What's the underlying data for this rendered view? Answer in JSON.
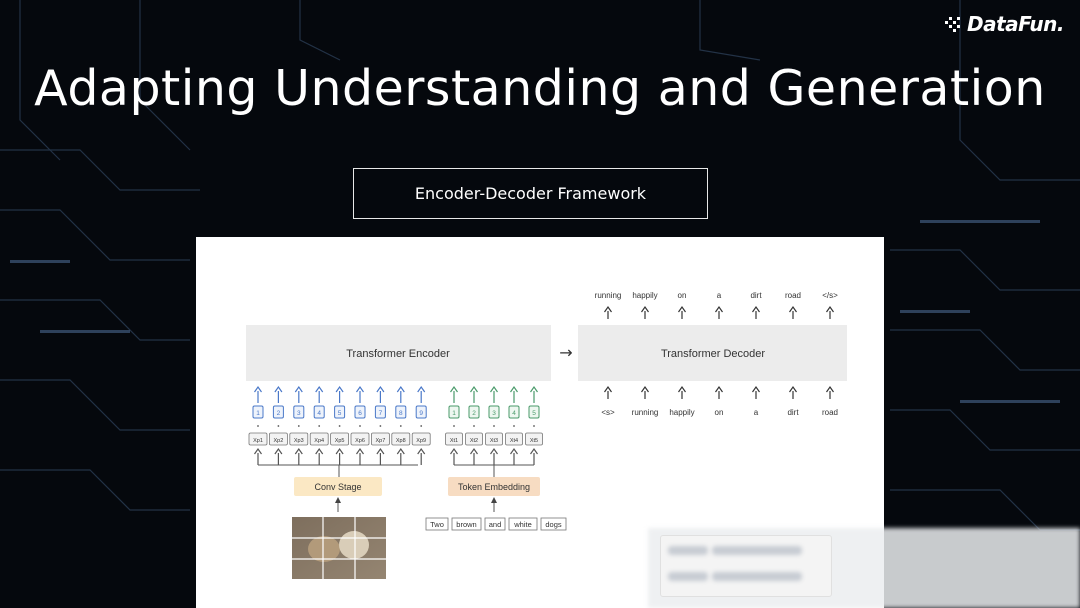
{
  "slide": {
    "logo_text": "DataFun.",
    "title": "Adapting Understanding and Generation",
    "framework_label": "Encoder-Decoder Framework"
  },
  "diagram": {
    "encoder_label": "Transformer Encoder",
    "decoder_label": "Transformer Decoder",
    "arrow_symbol": "→",
    "image_patch_ids": [
      "1",
      "2",
      "3",
      "4",
      "5",
      "6",
      "7",
      "8",
      "9"
    ],
    "image_patch_tokens": [
      "Xp1",
      "Xp2",
      "Xp3",
      "Xp4",
      "Xp5",
      "Xp6",
      "Xp7",
      "Xp8",
      "Xp9"
    ],
    "text_ids": [
      "1",
      "2",
      "3",
      "4",
      "5"
    ],
    "text_tokens": [
      "Xt1",
      "Xt2",
      "Xt3",
      "Xt4",
      "Xt5"
    ],
    "conv_stage_label": "Conv Stage",
    "token_embedding_label": "Token Embedding",
    "input_words": [
      "Two",
      "brown",
      "and",
      "white",
      "dogs"
    ],
    "decoder_outputs": [
      "running",
      "happily",
      "on",
      "a",
      "dirt",
      "road",
      "</s>"
    ],
    "decoder_inputs": [
      "<s>",
      "running",
      "happily",
      "on",
      "a",
      "dirt",
      "road"
    ]
  },
  "colors": {
    "accent_blue": "#4a78c8",
    "accent_green": "#4a9a6a",
    "conv_fill": "#fbe8c4",
    "embed_fill": "#f7dcc2",
    "block_fill": "#ececec"
  }
}
